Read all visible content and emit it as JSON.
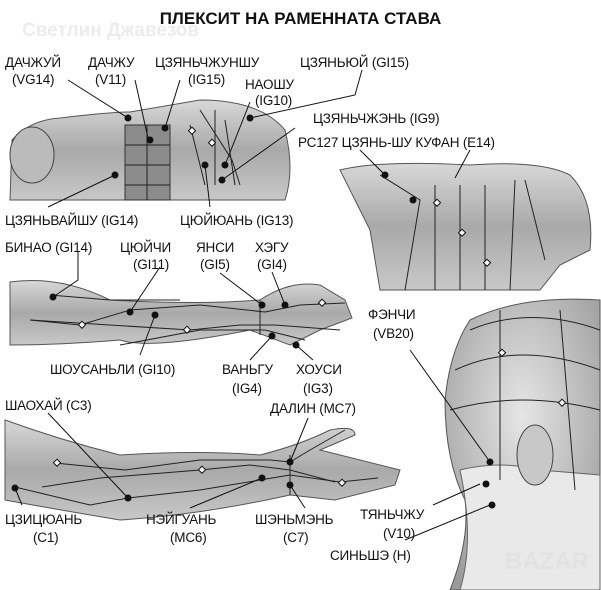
{
  "title": "ПЛЕКСИТ НА РАМЕННАТА СТАВА",
  "watermark": "Светлин Джавезов",
  "watermark_corner": "BAZAR",
  "labels": {
    "dazhui": [
      "ДАЧЖУЙ",
      "(VG14)"
    ],
    "dazhu": [
      "ДАЧЖУ",
      "(V11)"
    ],
    "jianzhongshu": [
      "ЦЗЯНЬЧЖУНШУ",
      "(IG15)"
    ],
    "jianyu": "ЦЗЯНЬЮЙ (GI15)",
    "naoshu": [
      "НАОШУ",
      "(IG10)"
    ],
    "jianzhen": "ЦЗЯНЬЧЖЭНЬ (IG9)",
    "kufang": "РС127 ЦЗЯНЬ-ШУ КУФАН (Е14)",
    "jianwaishu": "ЦЗЯНЬВАЙШУ (IG14)",
    "quyuan": "ЦЮЙЮАНЬ (IG13)",
    "binao": "БИНАО (GI14)",
    "quchi": [
      "ЦЮЙЧИ",
      "(GI11)"
    ],
    "yangxi": [
      "ЯНСИ",
      "(GI5)"
    ],
    "hegu": [
      "ХЭГУ",
      "(GI4)"
    ],
    "fengchi": [
      "ФЭНЧИ",
      "(VB20)"
    ],
    "shousanli": "ШОУСАНЬЛИ (GI10)",
    "wangu": [
      "ВАНЬГУ",
      "(IG4)"
    ],
    "houxi": [
      "ХОУСИ",
      "(IG3)"
    ],
    "shaohai": "ШАОХАЙ (С3)",
    "daling": "ДАЛИН (МС7)",
    "jiquan": [
      "ЦЗИЦЮАНЬ",
      "(С1)"
    ],
    "neiguan": [
      "НЭЙГУАНЬ",
      "(МС6)"
    ],
    "shenmen": [
      "ШЭНЬМЭНЬ",
      "(С7)"
    ],
    "tianzhu": [
      "ТЯНЬЧЖУ",
      "(V10)"
    ],
    "xinshe": "СИНЬШЭ (Н)"
  }
}
